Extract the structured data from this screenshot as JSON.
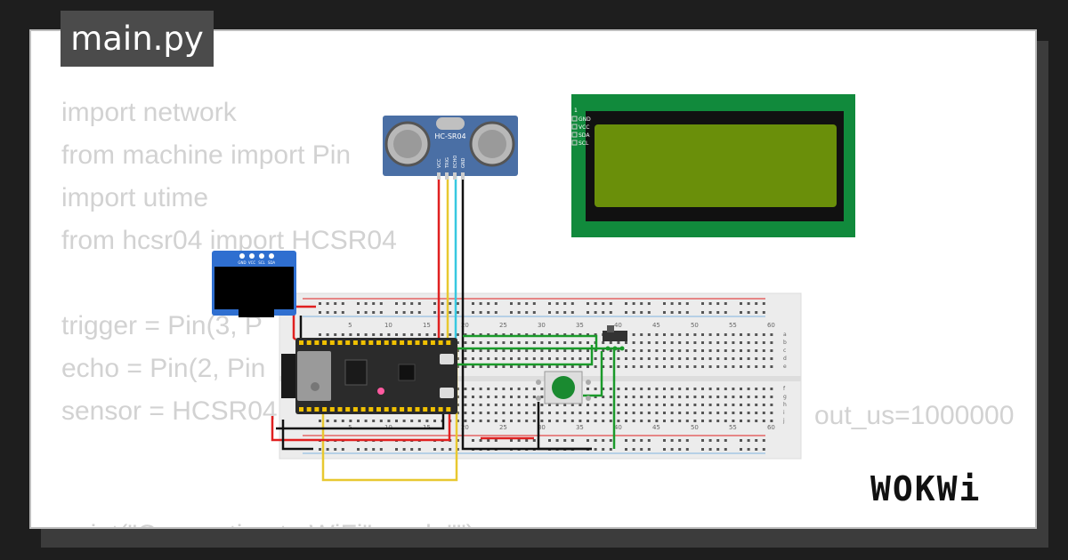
{
  "tab": {
    "title": "main.py"
  },
  "code": {
    "lines": [
      "import network",
      "from machine import Pin",
      "import utime",
      "from hcsr04 import HCSR04",
      "",
      "trigger = Pin(3, P",
      "echo = Pin(2, Pin",
      "sensor = HCSR04("
    ],
    "line_tail": "out_us=1000000",
    "cutoff_line": "print(\"Connecting to WiFi\", end=\"\")"
  },
  "hcsr04": {
    "label": "HC-SR04",
    "pins": [
      "VCC",
      "TRIG",
      "ECHO",
      "GND"
    ]
  },
  "lcd": {
    "pins": [
      "GND",
      "VCC",
      "SDA",
      "SCL"
    ],
    "pin_number": "1"
  },
  "oled": {
    "pins": [
      "GND",
      "VCC",
      "SCL",
      "SDA"
    ]
  },
  "breadboard": {
    "column_numbers": [
      "5",
      "10",
      "15",
      "20",
      "25",
      "30",
      "35",
      "40",
      "45",
      "50",
      "55",
      "60"
    ],
    "row_letters_top": [
      "a",
      "b",
      "c",
      "d",
      "e"
    ],
    "row_letters_bottom": [
      "f",
      "g",
      "h",
      "i",
      "j"
    ]
  },
  "colors": {
    "breadboard": "#ececec",
    "lcd_board": "#118a3c",
    "lcd_screen": "#6a8f0a",
    "sensor_board": "#4a6fa5",
    "esp32_board": "#2b2b2b",
    "wire_red": "#e02020",
    "wire_black": "#111111",
    "wire_green": "#1a9a2a",
    "wire_yellow": "#e8c830",
    "wire_cyan": "#37c8e0",
    "button_green": "#1a8a30"
  },
  "brand": {
    "logo": "WOKWi"
  }
}
